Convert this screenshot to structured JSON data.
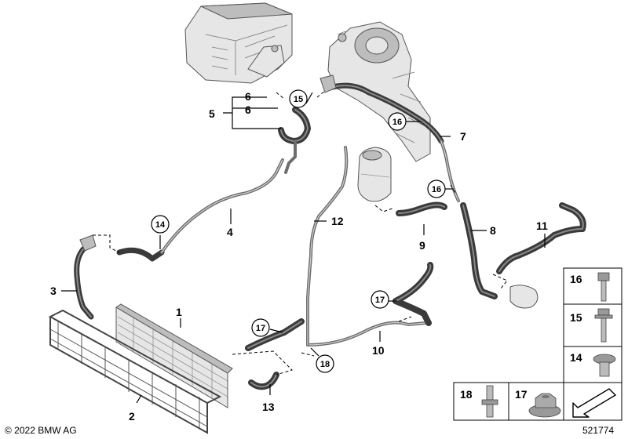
{
  "diagram": {
    "callouts": [
      "1",
      "2",
      "3",
      "4",
      "5",
      "6",
      "6",
      "7",
      "8",
      "9",
      "10",
      "11",
      "12",
      "13"
    ],
    "circled_callouts": [
      "14",
      "15",
      "16",
      "16",
      "17",
      "17",
      "18"
    ],
    "legend_items": [
      {
        "number": "16",
        "icon": "socket-head-screw-icon"
      },
      {
        "number": "15",
        "icon": "collar-screw-icon"
      },
      {
        "number": "14",
        "icon": "plastic-rivet-icon"
      },
      {
        "number": "18",
        "icon": "stud-bolt-icon"
      },
      {
        "number": "17",
        "icon": "hex-flange-nut-icon"
      }
    ]
  },
  "footer": {
    "copyright": "© 2022 BMW AG",
    "image_number": "521774"
  }
}
